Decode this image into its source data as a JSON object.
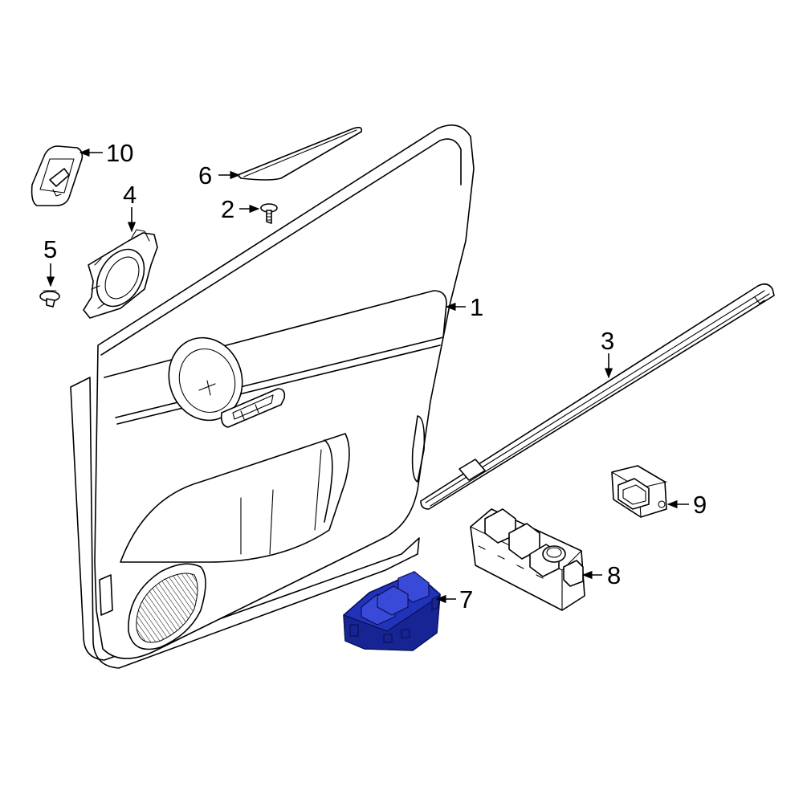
{
  "diagram": {
    "callouts": [
      {
        "id": "1",
        "label": "1"
      },
      {
        "id": "2",
        "label": "2"
      },
      {
        "id": "3",
        "label": "3"
      },
      {
        "id": "4",
        "label": "4"
      },
      {
        "id": "5",
        "label": "5"
      },
      {
        "id": "6",
        "label": "6"
      },
      {
        "id": "7",
        "label": "7"
      },
      {
        "id": "8",
        "label": "8"
      },
      {
        "id": "9",
        "label": "9"
      },
      {
        "id": "10",
        "label": "10"
      }
    ],
    "highlight_color": "#2233bb",
    "highlighted_part": "7"
  }
}
